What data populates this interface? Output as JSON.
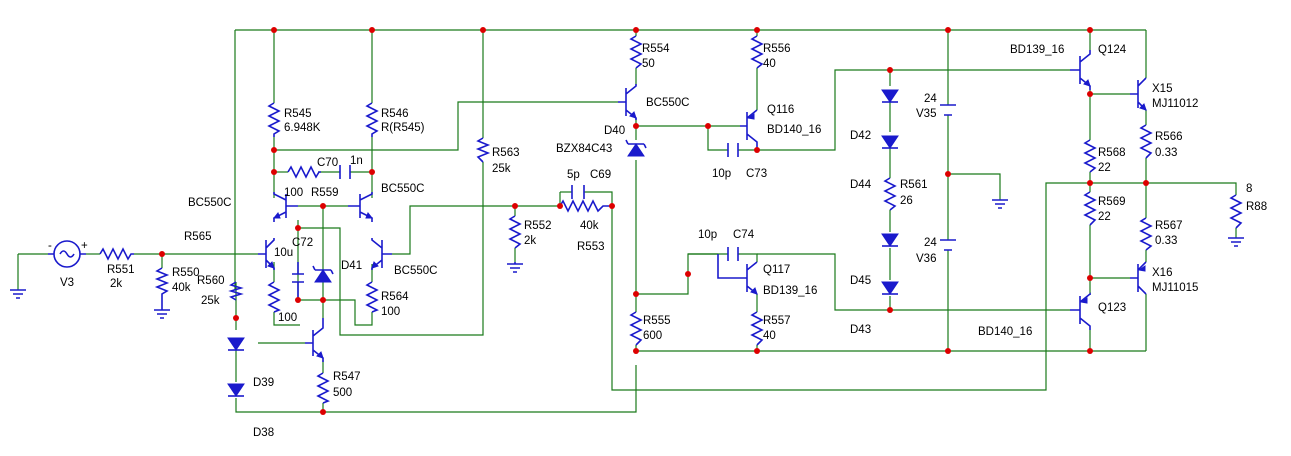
{
  "labels": {
    "V3": "V3",
    "R551": "R551",
    "R551_v": "2k",
    "R550": "R550",
    "R550_v": "40k",
    "R560": "R560",
    "R560_v": "25k",
    "R565": "R565",
    "BC550C_a": "BC550C",
    "BC550C_b": "BC550C",
    "BC550C_c": "BC550C",
    "BC550C_d": "BC550C",
    "R545": "R545",
    "R545_v": "6.948K",
    "R546": "R546",
    "R546_v": "R(R545)",
    "C70": "C70",
    "C70_v": "1n",
    "R559": "R559",
    "R559_v": "100",
    "C72": "C72",
    "C72_v": "10u",
    "D41": "D41",
    "R564": "R564",
    "R564_v": "100",
    "R_100": "100",
    "R547": "R547",
    "R547_v": "500",
    "D39": "D39",
    "D38": "D38",
    "R563": "R563",
    "R563_v": "25k",
    "R552": "R552",
    "R552_v": "2k",
    "C69_v": "5p",
    "C69": "C69",
    "R553": "R553",
    "R553_v": "40k",
    "R554": "R554",
    "R554_v": "50",
    "D40": "D40",
    "BZX": "BZX84C43",
    "R555": "R555",
    "R555_v": "600",
    "R556": "R556",
    "R556_v": "40",
    "Q116": "Q116",
    "BD140_16_a": "BD140_16",
    "C73_v": "10p",
    "C73": "C73",
    "C74_v": "10p",
    "C74": "C74",
    "Q117": "Q117",
    "BD139_16_a": "BD139_16",
    "R557": "R557",
    "R557_v": "40",
    "D42": "D42",
    "D44": "D44",
    "D45": "D45",
    "D43": "D43",
    "R561": "R561",
    "R561_v": "26",
    "V35_v": "24",
    "V35": "V35",
    "V36_v": "24",
    "V36": "V36",
    "BD139_16_b": "BD139_16",
    "Q124": "Q124",
    "X15": "X15",
    "MJ11012": "MJ11012",
    "R566": "R566",
    "R566_v": "0.33",
    "R568": "R568",
    "R568_v": "22",
    "R569": "R569",
    "R569_v": "22",
    "R567": "R567",
    "R567_v": "0.33",
    "X16": "X16",
    "MJ11015": "MJ11015",
    "Q123": "Q123",
    "BD140_16_b": "BD140_16",
    "R88_v": "8",
    "R88": "R88"
  }
}
